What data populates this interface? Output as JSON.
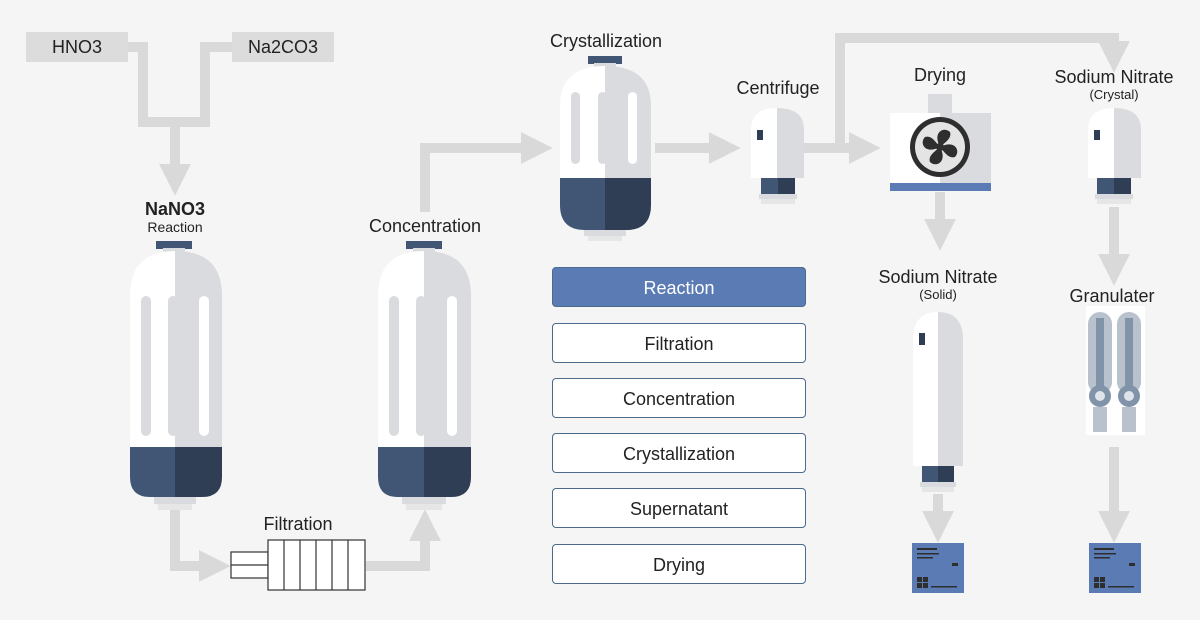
{
  "inputs": {
    "hno3": "HNO3",
    "na2co3": "Na2CO3"
  },
  "nodes": {
    "reaction_title": "NaNO3",
    "reaction_sub": "Reaction",
    "filtration": "Filtration",
    "concentration": "Concentration",
    "crystallization": "Crystallization",
    "centrifuge": "Centrifuge",
    "drying": "Drying",
    "sodium_nitrate_crystal": "Sodium Nitrate",
    "sodium_nitrate_crystal_sub": "(Crystal)",
    "sodium_nitrate_solid": "Sodium Nitrate",
    "sodium_nitrate_solid_sub": "(Solid)",
    "granulater": "Granulater"
  },
  "steps": [
    {
      "label": "Reaction",
      "active": true
    },
    {
      "label": "Filtration",
      "active": false
    },
    {
      "label": "Concentration",
      "active": false
    },
    {
      "label": "Crystallization",
      "active": false
    },
    {
      "label": "Supernatant",
      "active": false
    },
    {
      "label": "Drying",
      "active": false
    }
  ],
  "colors": {
    "tank_light": "#ffffff",
    "tank_shade": "#dadbdf",
    "tank_dark": "#415675",
    "tank_dark_shade": "#2f3e55",
    "pipe": "#d9d9d9",
    "active_step": "#5b7bb4",
    "step_border": "#4c6a8c"
  }
}
